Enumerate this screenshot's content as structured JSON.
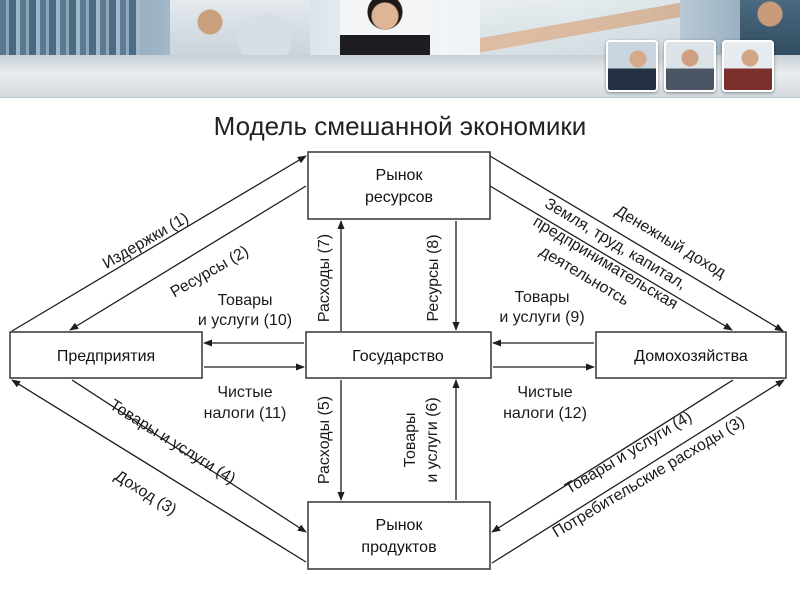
{
  "title": "Модель смешанной экономики",
  "nodes": {
    "resources": [
      "Рынок",
      "ресурсов"
    ],
    "enterprises": [
      "Предприятия"
    ],
    "state": [
      "Государство"
    ],
    "households": [
      "Домохозяйства"
    ],
    "products": [
      "Рынок",
      "продуктов"
    ]
  },
  "flows": {
    "costs_1": "Издержки (1)",
    "resources_2": "Ресурсы (2)",
    "money_income": "Денежный доход",
    "land_labor_1": "Земля, труд, капитал,",
    "land_labor_2": "предпринимательская",
    "land_labor_3": "деятельнотсь",
    "goods_10_1": "Товары",
    "goods_10_2": "и услуги (10)",
    "expenses_7": "Расходы (7)",
    "resources_8": "Ресурсы (8)",
    "goods_9_1": "Товары",
    "goods_9_2": "и услуги (9)",
    "net_taxes_11_1": "Чистые",
    "net_taxes_11_2": "налоги (11)",
    "net_taxes_12_1": "Чистые",
    "net_taxes_12_2": "налоги (12)",
    "expenses_5": "Расходы (5)",
    "goods_6_1": "Товары",
    "goods_6_2": "и услуги (6)",
    "goods_4_left": "Товары и услуги (4)",
    "income_3": "Доход (3)",
    "goods_4_right": "Товары и услуги (4)",
    "consumer_exp_3": "Потребительские расходы (3)"
  },
  "colors": {
    "line": "#1e1e1e",
    "box_border": "#333333",
    "box_fill": "#ffffff",
    "banner_band": "#dfe5e9"
  },
  "icons": [
    "photo-towers",
    "photo-laptop",
    "photo-woman",
    "photo-hand",
    "photo-person",
    "thumb-meeting",
    "thumb-man",
    "thumb-woman-phone"
  ]
}
